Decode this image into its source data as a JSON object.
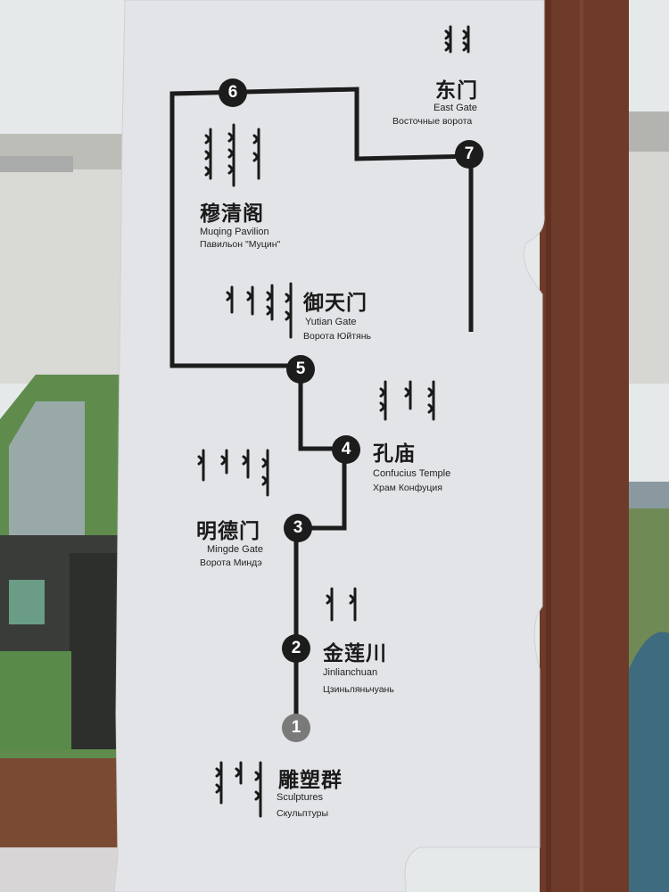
{
  "stops": [
    {
      "num": "1",
      "zh": "雕塑群",
      "en": "Sculptures",
      "ru": "Скульптуры"
    },
    {
      "num": "2",
      "zh": "金莲川",
      "en": "Jinlianchuan",
      "ru": "Цзиньляньчуань"
    },
    {
      "num": "3",
      "zh": "明德门",
      "en": "Mingde Gate",
      "ru": "Ворота Миндэ"
    },
    {
      "num": "4",
      "zh": "孔庙",
      "en": "Confucius Temple",
      "ru": "Храм Конфуция"
    },
    {
      "num": "5",
      "zh": "御天门",
      "en": "Yutian Gate",
      "ru": "Ворота Юйтянь"
    },
    {
      "num": "6",
      "zh": "穆清阁",
      "en": "Muqing Pavilion",
      "ru": "Павильон \"Муцин\""
    },
    {
      "num": "7",
      "zh": "东门",
      "en": "East Gate",
      "ru": "Восточные ворота"
    }
  ],
  "colors": {
    "sign_panel": "#e3e4e7",
    "route_line": "#1c1c1c",
    "start_marker": "#7a7a7a",
    "wood_post": "#6e3a2a",
    "vehicle": "#5e8a4c",
    "sky": "#e9ecec"
  },
  "icons": [
    "mongolian-script-glyphs"
  ]
}
